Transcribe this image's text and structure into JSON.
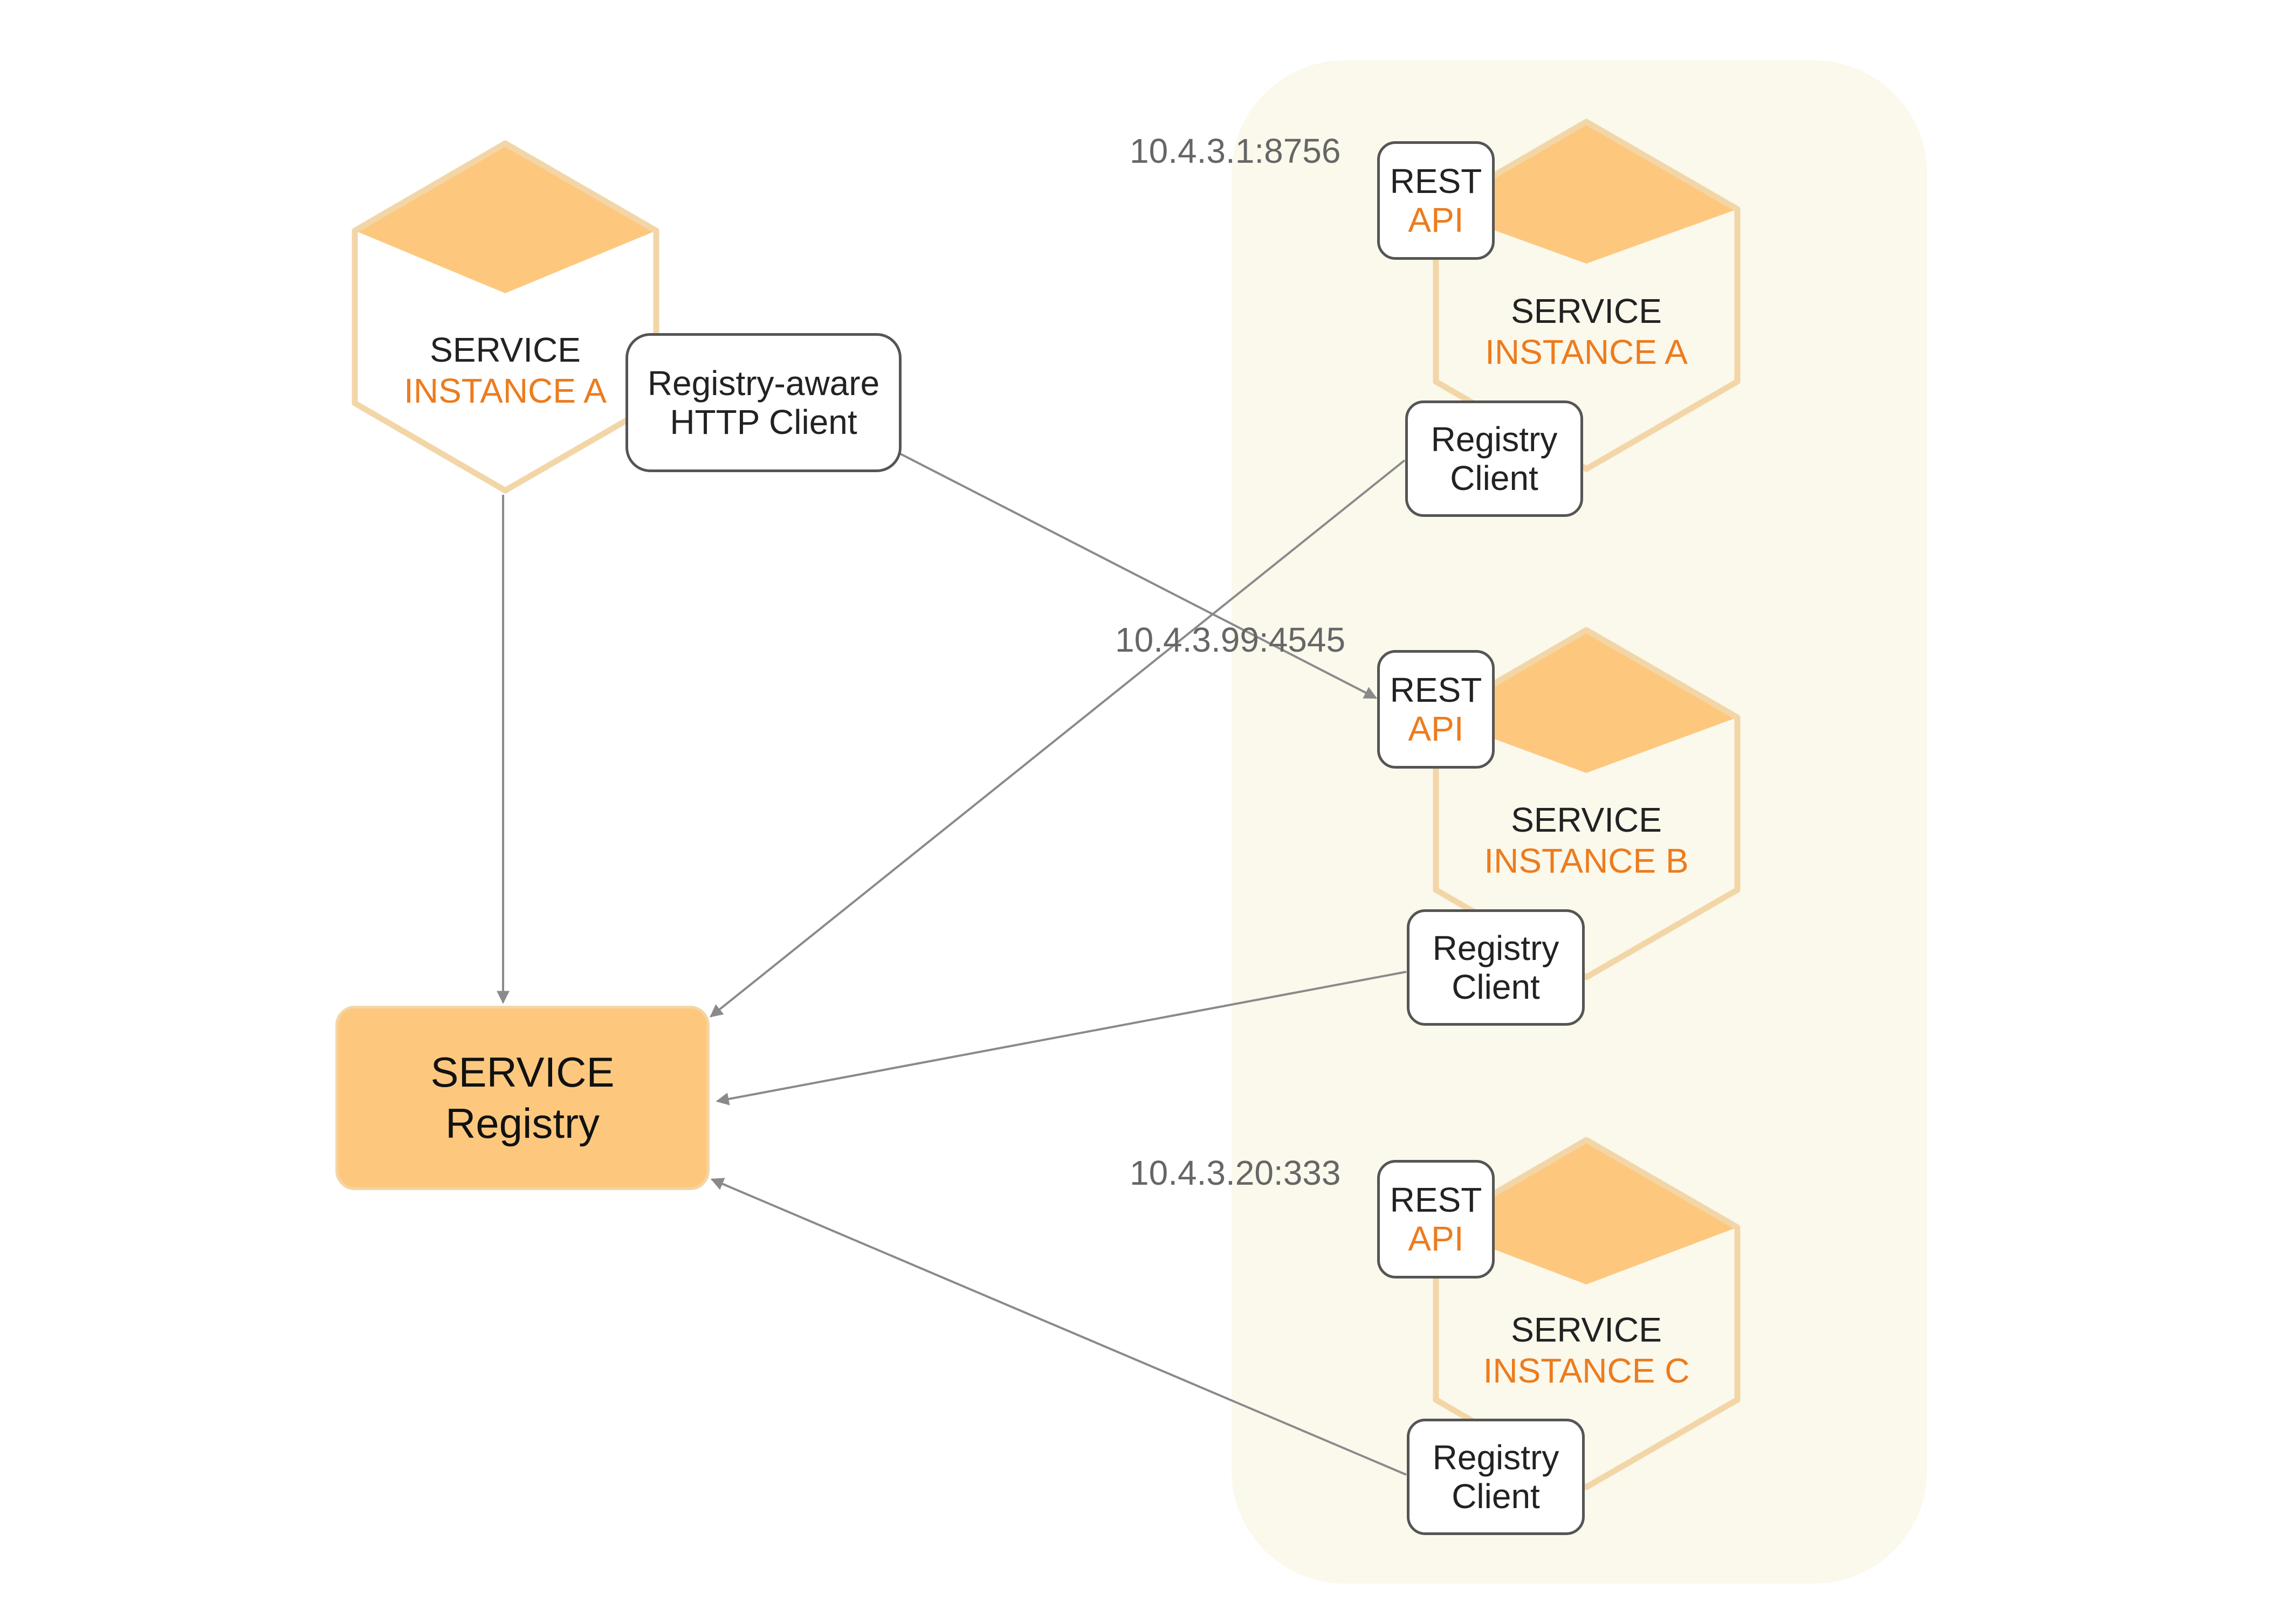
{
  "colors": {
    "hex_fill": "#fdc87e",
    "hex_stroke": "#f3d6a7",
    "group_bg": "#fbf8ec",
    "orange_text": "#ec7c1e",
    "connector": "#8a8a8a"
  },
  "client_service": {
    "line1": "SERVICE",
    "line2": "INSTANCE A",
    "http_client": {
      "line1": "Registry-aware",
      "line2": "HTTP Client"
    }
  },
  "registry": {
    "line1": "SERVICE",
    "line2": "Registry"
  },
  "instances": [
    {
      "ip": "10.4.3.1:8756",
      "rest": {
        "line1": "REST",
        "line2": "API"
      },
      "line1": "SERVICE",
      "line2": "INSTANCE A",
      "client": {
        "line1": "Registry",
        "line2": "Client"
      }
    },
    {
      "ip": "10.4.3.99:4545",
      "rest": {
        "line1": "REST",
        "line2": "API"
      },
      "line1": "SERVICE",
      "line2": "INSTANCE B",
      "client": {
        "line1": "Registry",
        "line2": "Client"
      }
    },
    {
      "ip": "10.4.3.20:333",
      "rest": {
        "line1": "REST",
        "line2": "API"
      },
      "line1": "SERVICE",
      "line2": "INSTANCE C",
      "client": {
        "line1": "Registry",
        "line2": "Client"
      }
    }
  ]
}
